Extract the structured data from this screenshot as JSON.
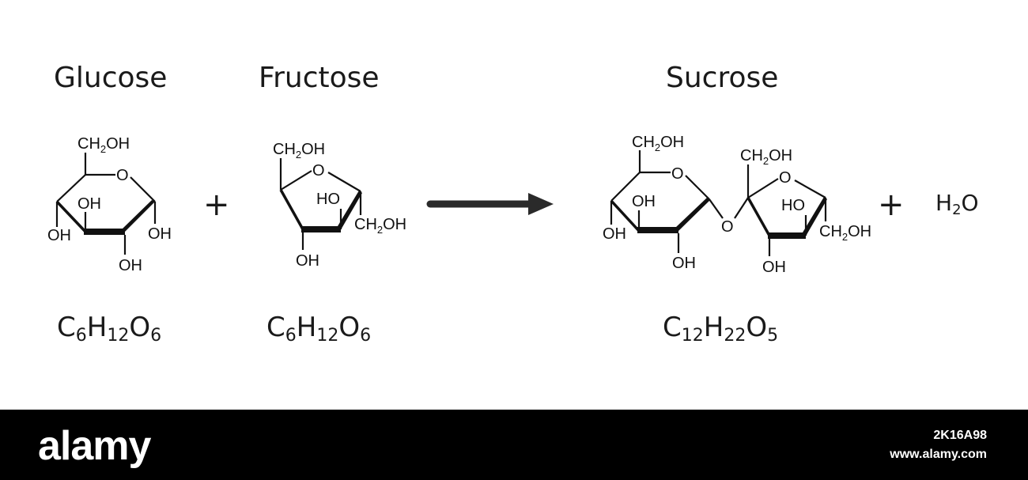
{
  "titles": {
    "glucose": "Glucose",
    "fructose": "Fructose",
    "sucrose": "Sucrose"
  },
  "operators": {
    "plus": "+"
  },
  "formulas": {
    "glucose": {
      "c": "C",
      "c_n": "6",
      "h": "H",
      "h_n": "12",
      "o": "O",
      "o_n": "6"
    },
    "fructose": {
      "c": "C",
      "c_n": "6",
      "h": "H",
      "h_n": "12",
      "o": "O",
      "o_n": "6"
    },
    "sucrose": {
      "c": "C",
      "c_n": "12",
      "h": "H",
      "h_n": "22",
      "o": "O",
      "o_n": "5"
    }
  },
  "water": {
    "h": "H",
    "h_n": "2",
    "o": "O"
  },
  "labels": {
    "ch2oh_pre": "CH",
    "ch2oh_sub": "2",
    "ch2oh_post": "OH",
    "oh": "OH",
    "ho": "HO",
    "o": "O"
  },
  "footer": {
    "brand": "alamy",
    "image_id": "2K16A98",
    "url": "www.alamy.com"
  }
}
